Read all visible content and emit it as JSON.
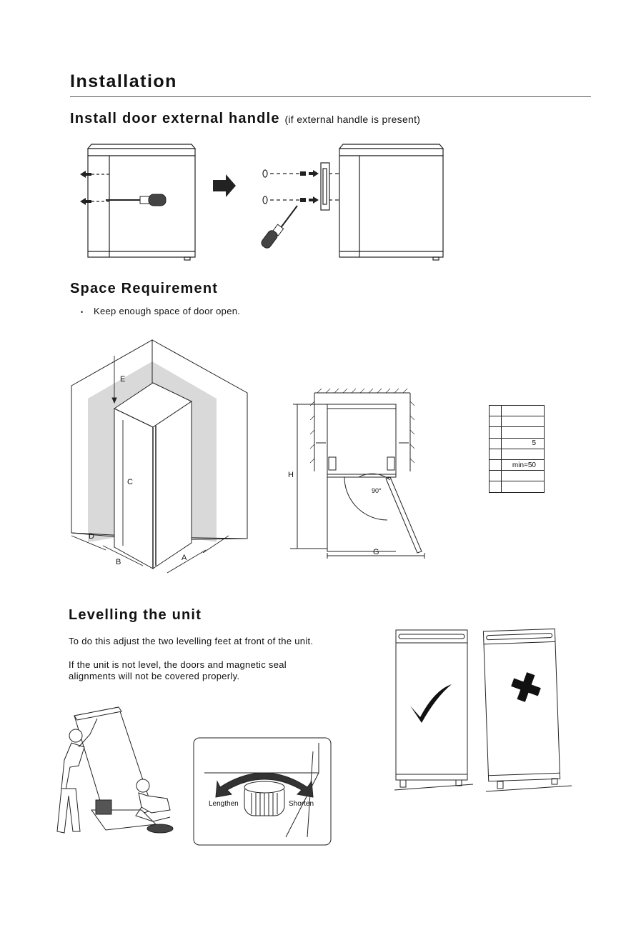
{
  "installation": {
    "title": "Installation"
  },
  "handle_section": {
    "title": "Install door external handle",
    "note": "(if external handle is present)"
  },
  "space_section": {
    "title": "Space Requirement",
    "bullet": "•",
    "point": "Keep enough space of door open.",
    "dimension_labels": {
      "a": "A",
      "b": "B",
      "c": "C",
      "d": "D",
      "e": "E",
      "g": "G",
      "h": "H"
    },
    "angle_label": "90°",
    "table_values": [
      "",
      "",
      "",
      "5",
      "",
      "min=50",
      "",
      ""
    ]
  },
  "levelling_section": {
    "title": "Levelling the unit",
    "line1": "To do this adjust the two levelling feet at front of the unit.",
    "line2": "If the unit is not level, the doors and magnetic seal",
    "line3": "alignments will not be covered properly.",
    "lengthen_label": "Lengthen",
    "shorten_label": "Shorten"
  },
  "colors": {
    "text": "#111111",
    "shade": "#d9d9d9",
    "line": "#222222"
  }
}
